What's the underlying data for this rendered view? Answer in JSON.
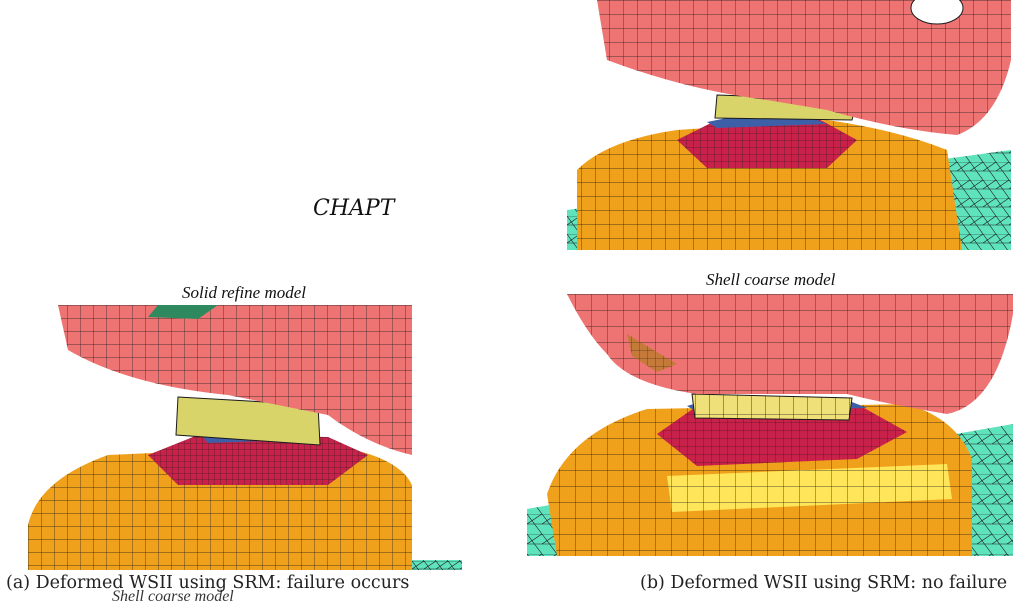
{
  "page": {
    "chapter_header": "CHAPT",
    "panel_top_right": {
      "title": ""
    },
    "panel_a": {
      "label": "Solid refine model",
      "caption": "(a) Deformed WSII using SRM: failure occurs",
      "overlap_label": "Shell coarse model"
    },
    "panel_b": {
      "label": "Shell coarse model",
      "caption": "(b) Deformed WSII using SRM: no failure"
    }
  },
  "colors": {
    "pink": "#ee7474",
    "orange": "#f0a11b",
    "crimson": "#c8214a",
    "teal": "#5fe3bd",
    "yellow_plate": "#d8d46a",
    "blue": "#3d5fa8",
    "bright_yellow": "#ffe55a",
    "mesh_line": "#1a1a1a"
  }
}
